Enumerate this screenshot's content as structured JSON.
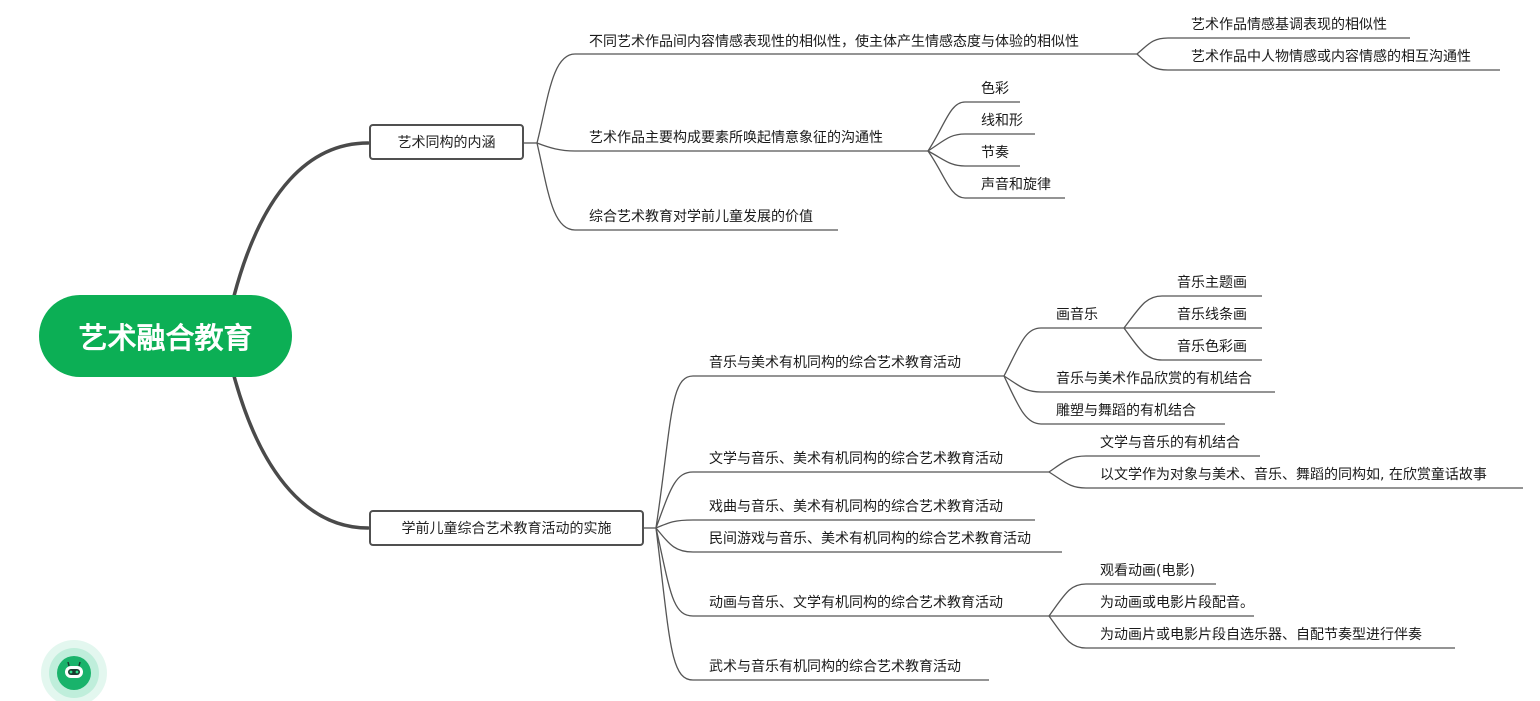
{
  "mindmap": {
    "root": "艺术融合教育",
    "branch1": {
      "title": "艺术同构的内涵",
      "children": [
        {
          "label": "不同艺术作品间内容情感表现性的相似性，使主体产生情感态度与体验的相似性",
          "children": [
            "艺术作品情感基调表现的相似性",
            "艺术作品中人物情感或内容情感的相互沟通性"
          ]
        },
        {
          "label": "艺术作品主要构成要素所唤起情意象征的沟通性",
          "children": [
            "色彩",
            "线和形",
            "节奏",
            "声音和旋律"
          ]
        },
        {
          "label": "综合艺术教育对学前儿童发展的价值"
        }
      ]
    },
    "branch2": {
      "title": "学前儿童综合艺术教育活动的实施",
      "children": [
        {
          "label": "音乐与美术有机同构的综合艺术教育活动",
          "children": [
            {
              "label": "画音乐",
              "children": [
                "音乐主题画",
                "音乐线条画",
                "音乐色彩画"
              ]
            },
            {
              "label": "音乐与美术作品欣赏的有机结合"
            },
            {
              "label": "雕塑与舞蹈的有机结合"
            }
          ]
        },
        {
          "label": "文学与音乐、美术有机同构的综合艺术教育活动",
          "children": [
            "文学与音乐的有机结合",
            "以文学作为对象与美术、音乐、舞蹈的同构如, 在欣赏童话故事"
          ]
        },
        {
          "label": "戏曲与音乐、美术有机同构的综合艺术教育活动"
        },
        {
          "label": "民间游戏与音乐、美术有机同构的综合艺术教育活动"
        },
        {
          "label": "动画与音乐、文学有机同构的综合艺术教育活动",
          "children": [
            "观看动画(电影)",
            "为动画或电影片段配音。",
            "为动画片或电影片段自选乐器、自配节奏型进行伴奏"
          ]
        },
        {
          "label": "武术与音乐有机同构的综合艺术教育活动"
        }
      ]
    }
  },
  "colors": {
    "root_fill": "#0caf55",
    "line": "#505050",
    "assistant_ring": "#d7f4e8",
    "assistant_core": "#19b36b"
  },
  "assistant_button": {
    "icon": "robot-icon"
  }
}
